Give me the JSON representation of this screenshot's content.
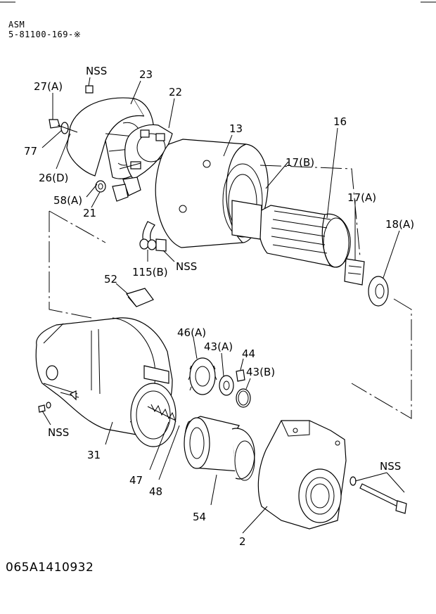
{
  "header": {
    "asm_label": "ASM",
    "part_number": "5-81100-169-※"
  },
  "figure_code": "065A1410932",
  "callouts": [
    {
      "id": "nss_top",
      "text": "NSS"
    },
    {
      "id": "c23",
      "text": "23"
    },
    {
      "id": "c27a",
      "text": "27(A)"
    },
    {
      "id": "c22",
      "text": "22"
    },
    {
      "id": "c13",
      "text": "13"
    },
    {
      "id": "c16",
      "text": "16"
    },
    {
      "id": "c77",
      "text": "77"
    },
    {
      "id": "c17b",
      "text": "17(B)"
    },
    {
      "id": "c26d",
      "text": "26(D)"
    },
    {
      "id": "c17a",
      "text": "17(A)"
    },
    {
      "id": "c58a",
      "text": "58(A)"
    },
    {
      "id": "c21",
      "text": "21"
    },
    {
      "id": "c18a",
      "text": "18(A)"
    },
    {
      "id": "c115b",
      "text": "115(B)"
    },
    {
      "id": "nss_mid",
      "text": "NSS"
    },
    {
      "id": "c52",
      "text": "52"
    },
    {
      "id": "c46a",
      "text": "46(A)"
    },
    {
      "id": "c43a",
      "text": "43(A)"
    },
    {
      "id": "c44",
      "text": "44"
    },
    {
      "id": "c43b",
      "text": "43(B)"
    },
    {
      "id": "nss_left",
      "text": "NSS"
    },
    {
      "id": "c31",
      "text": "31"
    },
    {
      "id": "nss_right",
      "text": "NSS"
    },
    {
      "id": "c47",
      "text": "47"
    },
    {
      "id": "c48",
      "text": "48"
    },
    {
      "id": "c54",
      "text": "54"
    },
    {
      "id": "c2",
      "text": "2"
    }
  ]
}
